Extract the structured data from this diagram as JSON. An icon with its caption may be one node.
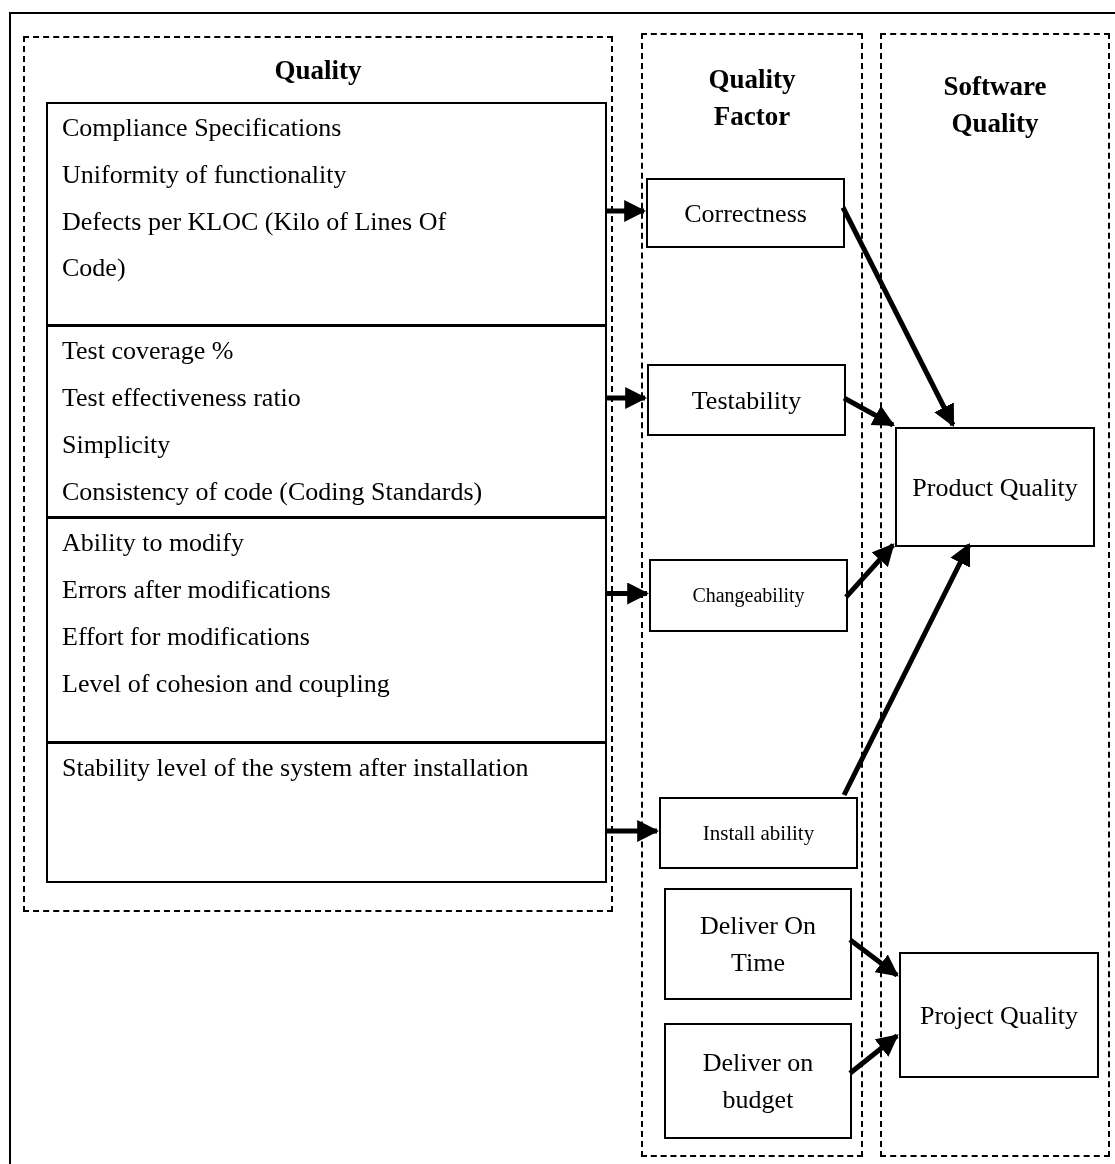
{
  "diagram": {
    "nodes": [
      {
        "text": [
          "Quality"
        ]
      },
      {
        "text": [
          "Quality Factor"
        ]
      },
      {
        "text": [
          "Software Quality"
        ]
      },
      {
        "text": [
          "Compliance Specifications",
          "Uniformity of functionality",
          "Defects per KLOC (Kilo of Lines Of Code)"
        ],
        "in": 0
      },
      {
        "text": [
          "Test coverage %",
          "Test effectiveness ratio",
          "Simplicity",
          "Consistency of code (Coding Standards)"
        ],
        "in": 0
      },
      {
        "text": [
          "Ability to modify",
          "Errors after modifications",
          "Effort for modifications",
          "Level of cohesion and coupling"
        ],
        "in": 0
      },
      {
        "text": [
          "Stability level of the system after installation"
        ],
        "in": 0
      },
      {
        "text": [
          "Correctness"
        ],
        "in": 1
      },
      {
        "text": [
          "Testability"
        ],
        "in": 1
      },
      {
        "text": [
          "Changeability"
        ],
        "in": 1
      },
      {
        "text": [
          "Install ability"
        ],
        "in": 1
      },
      {
        "text": [
          "Deliver On Time"
        ],
        "in": 1
      },
      {
        "text": [
          "Deliver on budget"
        ],
        "in": 1
      },
      {
        "text": [
          "Product Quality"
        ],
        "in": 2
      },
      {
        "text": [
          "Project Quality"
        ],
        "in": 2
      }
    ],
    "edges": [
      {
        "from": 3,
        "to": 7,
        "arrow": "to"
      },
      {
        "from": 4,
        "to": 8,
        "arrow": "to"
      },
      {
        "from": 5,
        "to": 9,
        "arrow": "to"
      },
      {
        "from": 6,
        "to": 10,
        "arrow": "to"
      },
      {
        "from": 7,
        "to": 13,
        "arrow": "to"
      },
      {
        "from": 8,
        "to": 13,
        "arrow": "to"
      },
      {
        "from": 9,
        "to": 13,
        "arrow": "to"
      },
      {
        "from": 10,
        "to": 13,
        "arrow": "to"
      },
      {
        "from": 11,
        "to": 14,
        "arrow": "to"
      },
      {
        "from": 12,
        "to": 14,
        "arrow": "to"
      }
    ]
  }
}
